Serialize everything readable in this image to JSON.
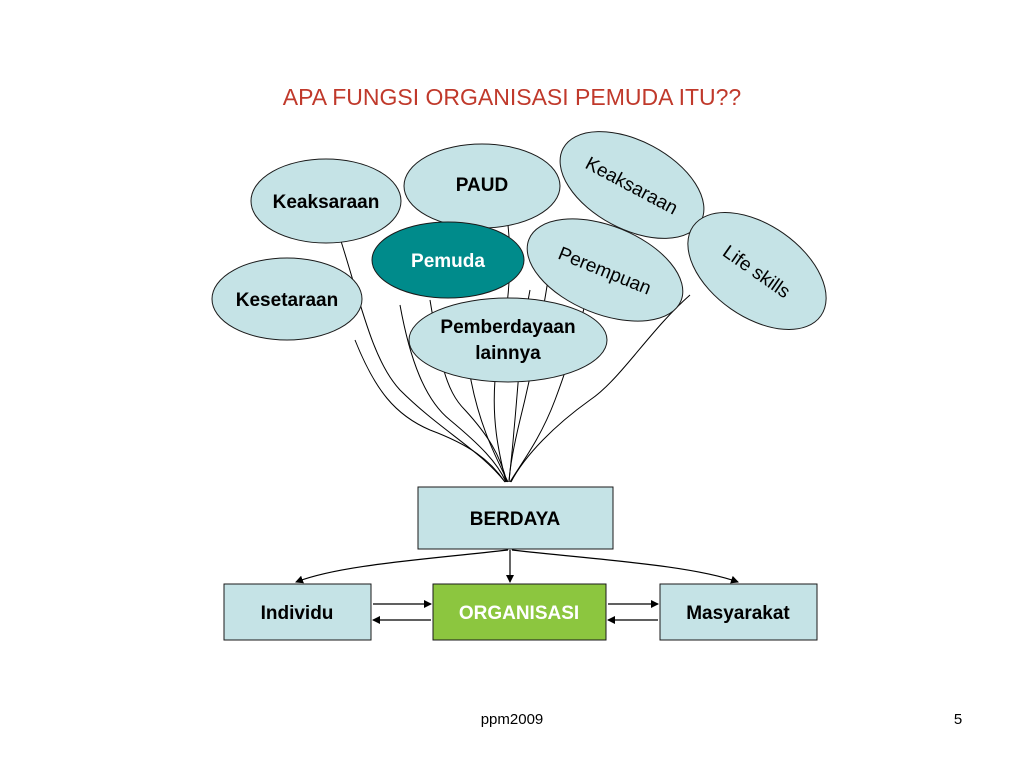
{
  "title": "APA FUNGSI ORGANISASI PEMUDA ITU??",
  "nodes": {
    "keaksaraan_left": "Keaksaraan",
    "paud": "PAUD",
    "keaksaraan_right": "Keaksaraan",
    "pemuda": "Pemuda",
    "perempuan": "Perempuan",
    "life_skills": "Life skills",
    "kesetaraan": "Kesetaraan",
    "pemberdayaan_line1": "Pemberdayaan",
    "pemberdayaan_line2": "lainnya"
  },
  "boxes": {
    "berdaya": "BERDAYA",
    "individu": "Individu",
    "organisasi": "ORGANISASI",
    "masyarakat": "Masyarakat"
  },
  "footer": {
    "center": "ppm2009",
    "page_number": "5"
  },
  "colors": {
    "title": "#c0392b",
    "ellipse_fill": "#c5e3e6",
    "pemuda_fill": "#008b8b",
    "organisasi_fill": "#8cc63f",
    "organisasi_text": "#ffffff"
  }
}
